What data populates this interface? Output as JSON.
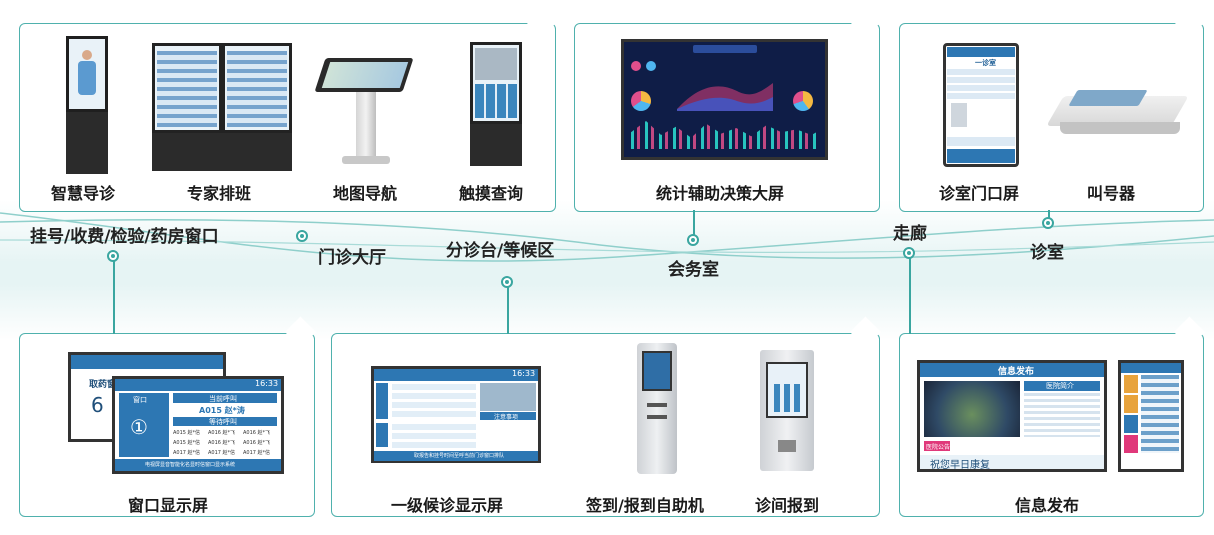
{
  "devices": {
    "guide": "智慧导诊",
    "schedule": "专家排班",
    "map_nav": "地图导航",
    "touch_query": "触摸查询",
    "big_screen": "统计辅助决策大屏",
    "door_screen": "诊室门口屏",
    "caller": "叫号器",
    "window_screen": "窗口显示屏",
    "waiting_screen": "一级候诊显示屏",
    "kiosk": "签到/报到自助机",
    "room_checkin": "诊间报到",
    "info_release": "信息发布"
  },
  "areas": {
    "registration": "挂号/收费/检验/药房窗口",
    "lobby": "门诊大厅",
    "triage": "分诊台/等候区",
    "meeting": "会务室",
    "corridor": "走廊",
    "clinic_room": "诊室"
  },
  "screen_text": {
    "time": "16:33",
    "take_window": "取药窗口",
    "window": "窗口",
    "window_num_a": "6",
    "window_num_b": "①",
    "current_call": "当前呼叫",
    "current_num": "A015 赵*涛",
    "waiting_call": "等待呼叫",
    "waiting_rows": [
      "A015 赵*信",
      "A015 赵*信",
      "A016 赵*飞",
      "A016 赵*飞",
      "A016 赵*飞",
      "A016 赵*飞",
      "A017 赵*信",
      "A017 赵*信",
      "A017 赵*信"
    ],
    "window_footer": "电视屏显音智能化名显时信窗口显示系统",
    "waiting_footer": "取报告和挂号时间至呼当前门诊窗口排队",
    "notice": "注意事项",
    "info_title": "信息发布",
    "hospital_intro": "医院简介",
    "wish": "祝您早日康复",
    "door_title": "一诊室",
    "announce": "医院公告"
  }
}
